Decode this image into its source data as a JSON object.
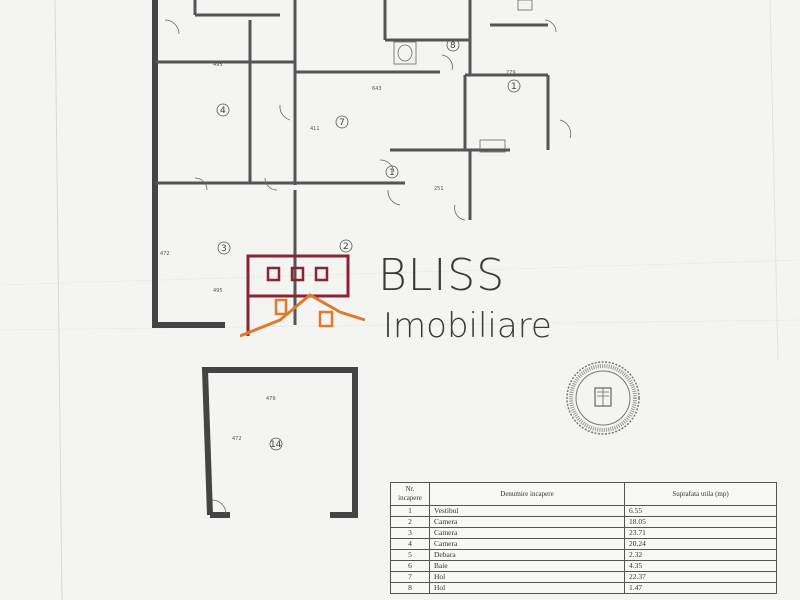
{
  "watermark": {
    "brand": "BLISS",
    "sub": "Imobiliare",
    "brand_color": "#8b2332",
    "accent_color": "#e07a2e"
  },
  "rooms": {
    "r1": "7",
    "r2": "1",
    "r3": "4",
    "r4": "3",
    "r5": "2",
    "r6": "14",
    "r7": "1",
    "r8": "8"
  },
  "dims": {
    "d1": "495",
    "d2": "643",
    "d3": "279",
    "d4": "495",
    "d5": "479",
    "d6": "251",
    "d7": "472",
    "d8": "411",
    "d9": "472"
  },
  "table": {
    "headers": [
      "Nr. incapere",
      "Denumire incapere",
      "Suprafata utila (mp)"
    ],
    "rows": [
      {
        "nr": "1",
        "name": "Vestibul",
        "area": "6.55"
      },
      {
        "nr": "2",
        "name": "Camera",
        "area": "18.05"
      },
      {
        "nr": "3",
        "name": "Camera",
        "area": "23.71"
      },
      {
        "nr": "4",
        "name": "Camera",
        "area": "20.24"
      },
      {
        "nr": "5",
        "name": "Debara",
        "area": "2.32"
      },
      {
        "nr": "6",
        "name": "Baie",
        "area": "4.35"
      },
      {
        "nr": "7",
        "name": "Hol",
        "area": "22.37"
      },
      {
        "nr": "8",
        "name": "Hol",
        "area": "1.47"
      }
    ]
  }
}
